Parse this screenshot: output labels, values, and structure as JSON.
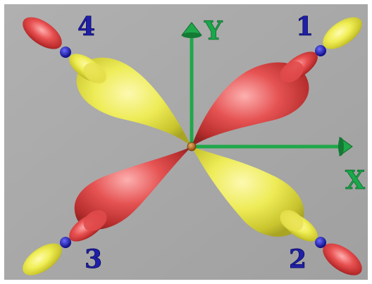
{
  "axes": {
    "x_label": "X",
    "y_label": "Y"
  },
  "atoms": [
    {
      "label": "1"
    },
    {
      "label": "2"
    },
    {
      "label": "3"
    },
    {
      "label": "4"
    }
  ],
  "colors": {
    "background": "#a8a8a8",
    "positive_lobe": "#e8e840",
    "negative_lobe": "#d83a3a",
    "axis": "#1fa84a",
    "ligand_atom": "#1a1ab0",
    "central_atom": "#c87828",
    "label_text": "#1f1fa8"
  }
}
